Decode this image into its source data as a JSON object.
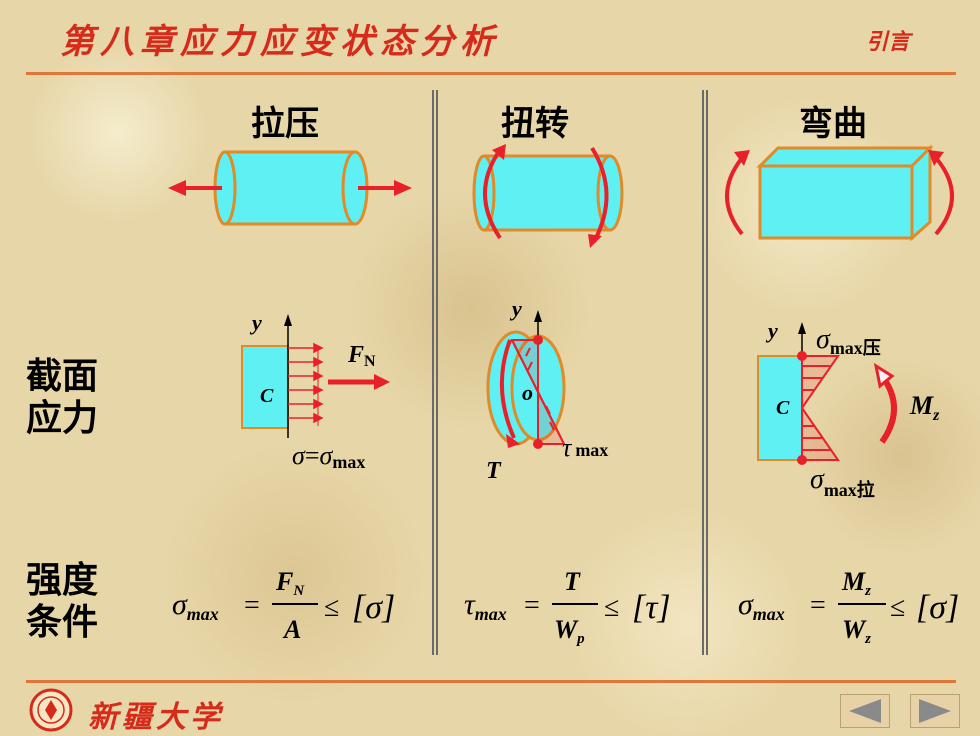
{
  "header": {
    "title": "第八章应力应变状态分析",
    "section": "引言"
  },
  "columns": [
    {
      "label": "拉压"
    },
    {
      "label": "扭转"
    },
    {
      "label": "弯曲"
    }
  ],
  "rows": {
    "section_stress": [
      "截面",
      "应力"
    ],
    "strength_condition": [
      "强度",
      "条件"
    ]
  },
  "diagram_labels": {
    "axial": {
      "axis_y": "y",
      "centroid": "C",
      "force": "F",
      "force_sub": "N",
      "stress_sym1": "σ",
      "eq": "=",
      "stress_sym2": "σ",
      "stress_sub": "max"
    },
    "torsion": {
      "axis_y": "y",
      "origin": "o",
      "tau": "τ",
      "tau_sub": "max",
      "torque": "T"
    },
    "bending": {
      "axis_y": "y",
      "centroid": "C",
      "sig_top": "σ",
      "sig_top_sub": "max压",
      "sig_bot": "σ",
      "sig_bot_sub": "max拉",
      "moment": "M",
      "moment_sub": "z"
    }
  },
  "formulas": {
    "axial": {
      "lhs": "σ",
      "lhs_sub": "max",
      "eq": "=",
      "num": "F",
      "num_sub": "N",
      "den": "A",
      "leq": "≤",
      "rhs": "[σ]"
    },
    "torsion": {
      "lhs": "τ",
      "lhs_sub": "max",
      "eq": "=",
      "num": "T",
      "den": "W",
      "den_sub": "p",
      "leq": "≤",
      "rhs": "[τ]"
    },
    "bending": {
      "lhs": "σ",
      "lhs_sub": "max",
      "eq": "=",
      "num": "M",
      "num_sub": "z",
      "den": "W",
      "den_sub": "z",
      "leq": "≤",
      "rhs": "[σ]"
    }
  },
  "footer": {
    "university": "新疆大学",
    "prev_icon": "triangle-left-icon",
    "next_icon": "triangle-right-icon"
  },
  "colors": {
    "title_red": "#d62a1a",
    "rule_orange": "#e2753a",
    "shape_cyan": "#5ef0f2",
    "shape_stroke": "#e08a2a",
    "arrow_red": "#e8202a"
  }
}
